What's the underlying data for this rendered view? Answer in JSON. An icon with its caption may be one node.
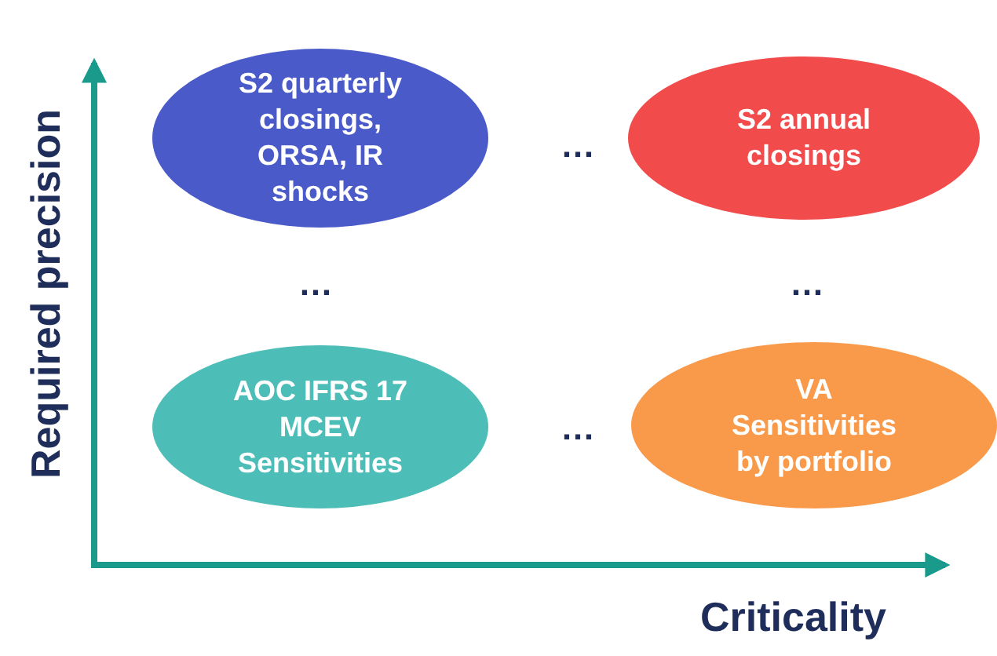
{
  "diagram": {
    "nodes": [
      {
        "text": [
          "S2 quarterly closings, ORSA, IR shocks"
        ]
      },
      {
        "text": [
          "S2 annual closings"
        ]
      },
      {
        "text": [
          "AOC IFRS 17 MCEV Sensitivities"
        ]
      },
      {
        "text": [
          "VA Sensitivities by portfolio"
        ]
      }
    ],
    "labels": [
      "Required precision",
      "…",
      "…",
      "…",
      "…",
      "Criticality"
    ]
  }
}
